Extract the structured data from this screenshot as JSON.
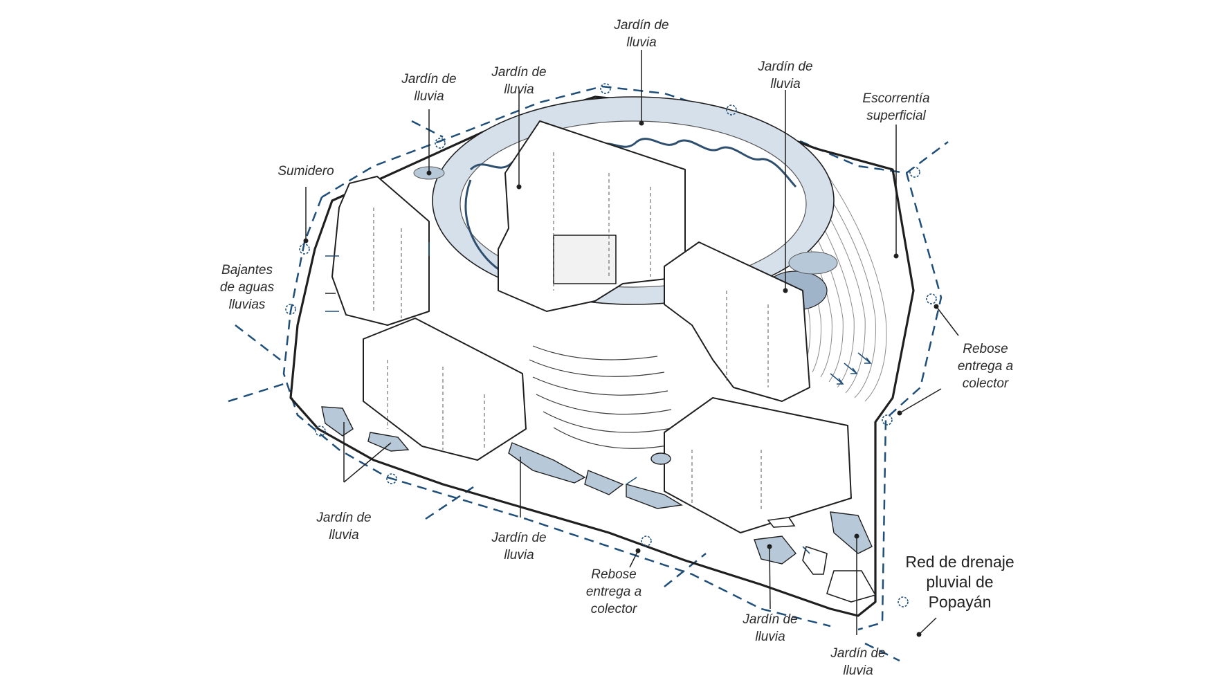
{
  "labels": {
    "jardin_top": "Jardín de\nlluvia",
    "jardin_upper_left": "Jardín de\nlluvia",
    "jardin_left": "Jardín de\nlluvia",
    "jardin_upper_right": "Jardín de\nlluvia",
    "escorrentia": "Escorrentía\nsuperficial",
    "sumidero": "Sumidero",
    "bajantes": "Bajantes\nde aguas\nlluvias",
    "rebose_right": "Rebose\nentrega a\ncolector",
    "jardin_bottom_left": "Jardín de\nlluvia",
    "jardin_bottom_center": "Jardín de\nlluvia",
    "rebose_bottom": "Rebose\nentrega a\ncolector",
    "jardin_bottom_right1": "Jardín de\nlluvia",
    "jardin_bottom_right2": "Jardín de\nlluvia",
    "red_drenaje": "Red de drenaje\npluvial de\nPopayán"
  },
  "colors": {
    "ink": "#1f1f1f",
    "water_fill": "#b7c8d8",
    "water_light": "#d5e0ea",
    "drain_dash": "#1f4e79"
  }
}
